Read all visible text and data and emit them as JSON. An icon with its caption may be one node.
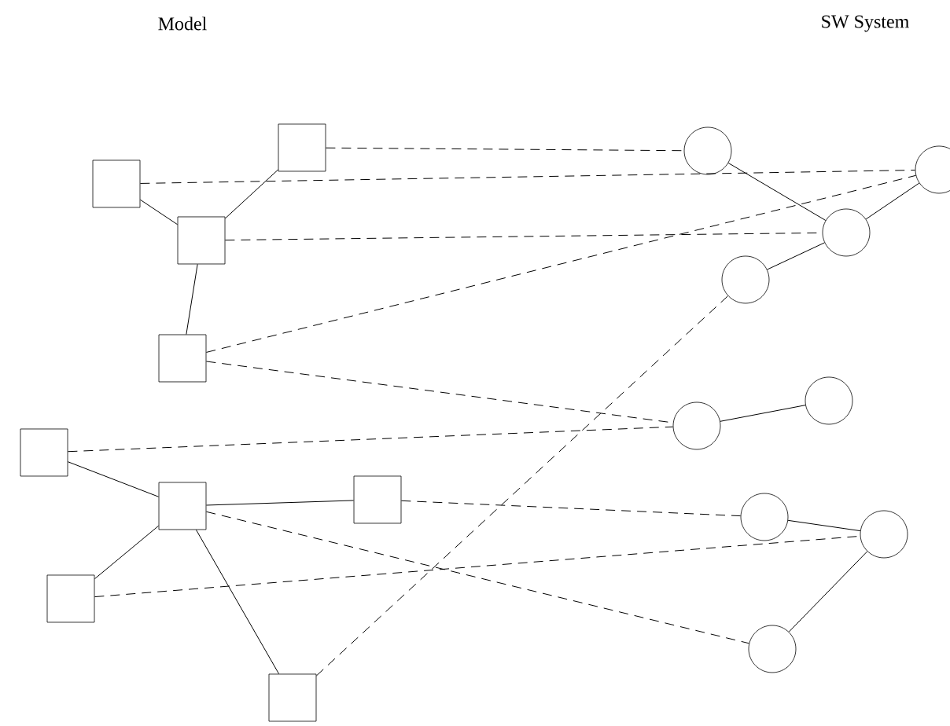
{
  "diagram": {
    "nodes": [
      {
        "text": [],
        "shape": "box"
      },
      {
        "text": [],
        "shape": "box"
      },
      {
        "text": [],
        "shape": "box"
      },
      {
        "text": [],
        "shape": "box"
      },
      {
        "text": [],
        "shape": "box"
      },
      {
        "text": [],
        "shape": "box"
      },
      {
        "text": [],
        "shape": "box"
      },
      {
        "text": [],
        "shape": "box"
      },
      {
        "text": [],
        "shape": "box"
      },
      {
        "text": [],
        "shape": "circle"
      },
      {
        "text": [],
        "shape": "circle"
      },
      {
        "text": [],
        "shape": "circle"
      },
      {
        "text": [],
        "shape": "circle"
      },
      {
        "text": [],
        "shape": "circle"
      },
      {
        "text": [],
        "shape": "circle"
      },
      {
        "text": [],
        "shape": "circle"
      },
      {
        "text": [],
        "shape": "circle"
      },
      {
        "text": [],
        "shape": "circle"
      }
    ],
    "edges": [
      {
        "from": 1,
        "to": 2,
        "arrow": "none"
      },
      {
        "from": 0,
        "to": 2,
        "arrow": "none"
      },
      {
        "from": 2,
        "to": 3,
        "arrow": "none"
      },
      {
        "from": 4,
        "to": 5,
        "arrow": "none"
      },
      {
        "from": 5,
        "to": 6,
        "arrow": "none"
      },
      {
        "from": 5,
        "to": 7,
        "arrow": "none"
      },
      {
        "from": 5,
        "to": 8,
        "arrow": "none"
      },
      {
        "from": 9,
        "to": 11,
        "arrow": "none"
      },
      {
        "from": 11,
        "to": 10,
        "arrow": "none"
      },
      {
        "from": 12,
        "to": 11,
        "arrow": "none"
      },
      {
        "from": 13,
        "to": 14,
        "arrow": "none"
      },
      {
        "from": 15,
        "to": 16,
        "arrow": "none"
      },
      {
        "from": 16,
        "to": 17,
        "arrow": "none"
      },
      {
        "from": 1,
        "to": 9,
        "arrow": "none",
        "style": "dashed"
      },
      {
        "from": 0,
        "to": 10,
        "arrow": "none",
        "style": "dashed"
      },
      {
        "from": 2,
        "to": 11,
        "arrow": "none",
        "style": "dashed"
      },
      {
        "from": 3,
        "to": 10,
        "arrow": "none",
        "style": "dashed"
      },
      {
        "from": 3,
        "to": 13,
        "arrow": "none",
        "style": "dashed"
      },
      {
        "from": 4,
        "to": 13,
        "arrow": "none",
        "style": "dashed"
      },
      {
        "from": 6,
        "to": 15,
        "arrow": "none",
        "style": "dashed"
      },
      {
        "from": 5,
        "to": 17,
        "arrow": "none",
        "style": "dashed"
      },
      {
        "from": 7,
        "to": 16,
        "arrow": "none",
        "style": "dashed"
      },
      {
        "from": 8,
        "to": 12,
        "arrow": "none",
        "style": "dashed"
      }
    ],
    "labels": [
      "Model",
      "SW System"
    ]
  }
}
